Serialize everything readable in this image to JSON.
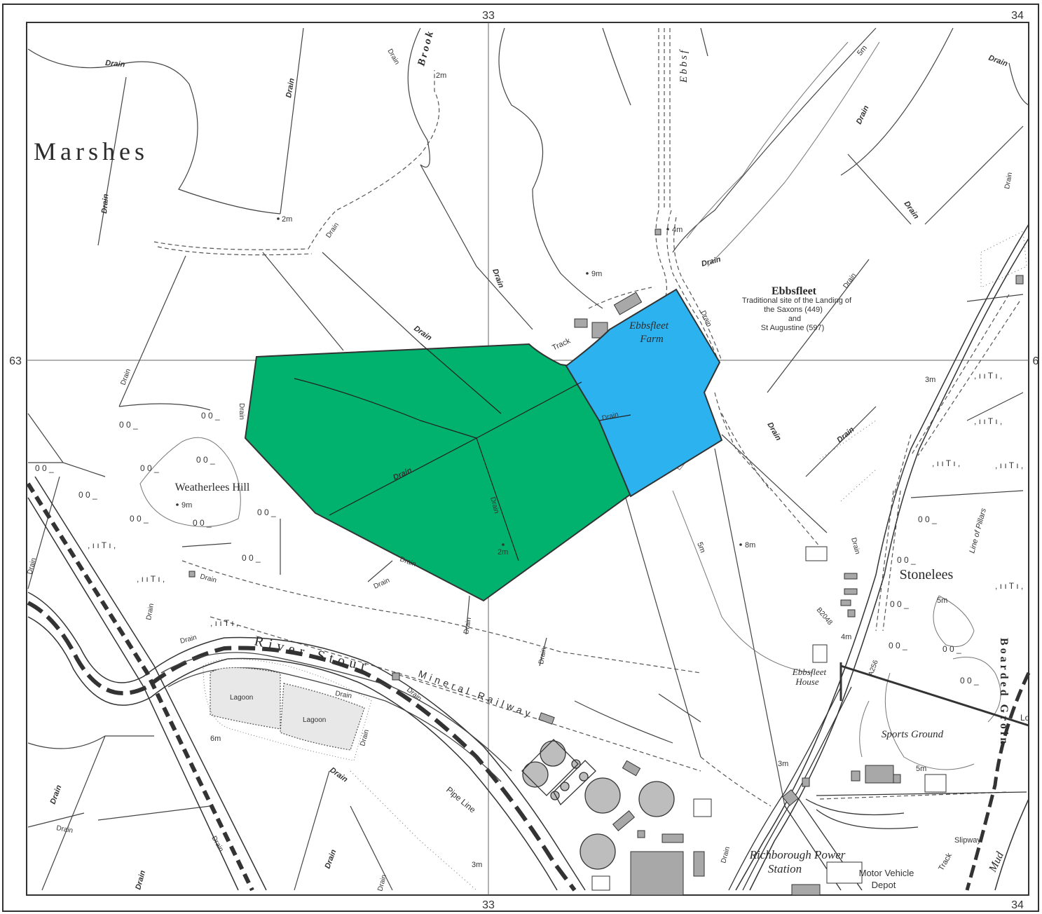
{
  "grid": {
    "top_labels": [
      "33",
      "34"
    ],
    "bottom_labels": [
      "33",
      "34"
    ],
    "left_label": "63",
    "right_label": "6"
  },
  "areas": {
    "green_color": "#00b26e",
    "blue_color": "#2cb2ef"
  },
  "places": {
    "marshes": "Marshes",
    "ebbsfleet": "Ebbsfleet",
    "ebbsfleet_note_1": "Traditional site of the Landing of",
    "ebbsfleet_note_2": "the Saxons (449)",
    "ebbsfleet_note_3": "and",
    "ebbsfleet_note_4": "St Augustine (597)",
    "ebbsfleet_farm_1": "Ebbsfleet",
    "ebbsfleet_farm_2": "Farm",
    "weatherlees_hill": "Weatherlees Hill",
    "stonelees": "Stonelees",
    "ebbsfleet_house_1": "Ebbsfleet",
    "ebbsfleet_house_2": "House",
    "sports_ground": "Sports Ground",
    "richborough_1": "Richborough Power",
    "richborough_2": "Station",
    "motor_depot_1": "Motor Vehicle",
    "motor_depot_2": "Depot",
    "river_stour": "River Stour",
    "mineral_railway": "Mineral Railway",
    "pipe_line": "Pipe Line",
    "lagoon": "Lagoon",
    "boarded_groin": "Boarded Groin",
    "line_of_pillars": "Line of Pillars",
    "slipway": "Slipway",
    "track": "Track",
    "mud": "Mud",
    "brook": "Brook",
    "ebbsfleet_vertical": "Ebbsf",
    "road_b2048": "B2048",
    "road_a256": "A256",
    "lo": "Lo"
  },
  "heights": {
    "h2m": "2m",
    "h4m": "4m",
    "h9m": "9m",
    "h8m": "8m",
    "h3m": "3m",
    "h6m": "6m",
    "h5m": "5m"
  },
  "drain_label": "Drain"
}
